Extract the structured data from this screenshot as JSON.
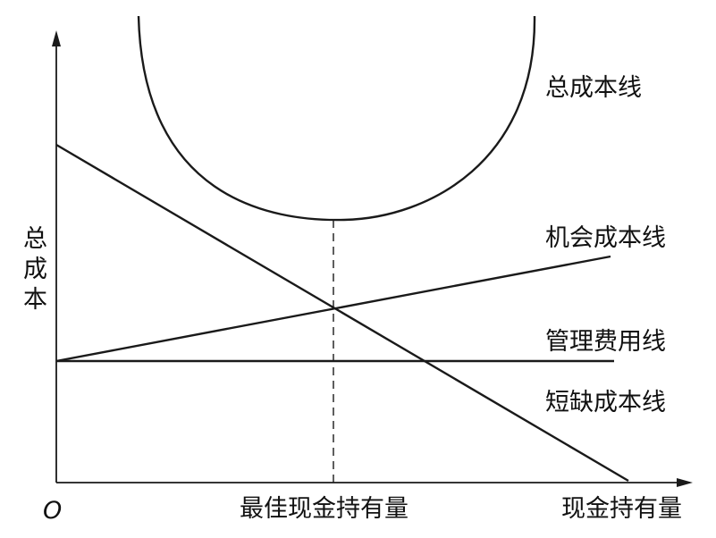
{
  "labels": {
    "total_cost_curve": "总成本线",
    "opportunity_cost_line": "机会成本线",
    "management_cost_line": "管理费用线",
    "shortage_cost_line": "短缺成本线",
    "y_axis": [
      "总",
      "成",
      "本"
    ],
    "x_axis": "现金持有量",
    "optimal_point": "最佳现金持有量",
    "origin": "O"
  }
}
